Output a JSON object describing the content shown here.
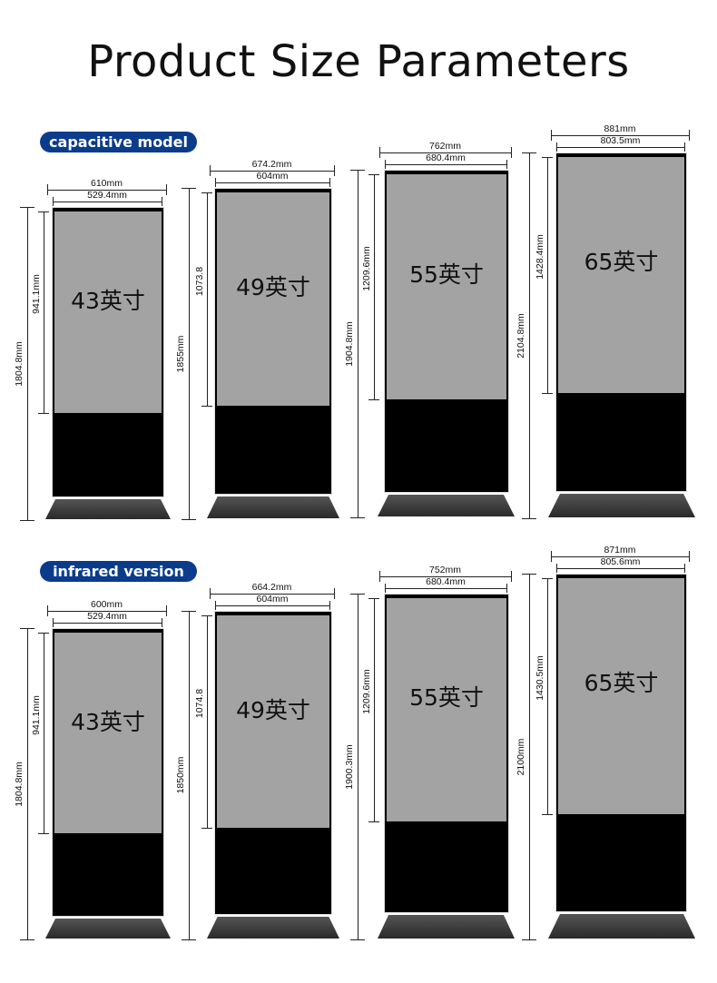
{
  "title": "Product Size Parameters",
  "groups": [
    {
      "label": "capacitive model",
      "kiosks": [
        {
          "size": "43英寸",
          "outer_width": "610mm",
          "screen_width": "529.4mm",
          "height": "1804.8mm",
          "screen_height": "941.1mm"
        },
        {
          "size": "49英寸",
          "outer_width": "674.2mm",
          "screen_width": "604mm",
          "height": "1855mm",
          "screen_height": "1073.8"
        },
        {
          "size": "55英寸",
          "outer_width": "762mm",
          "screen_width": "680.4mm",
          "height": "1904.8mm",
          "screen_height": "1209.6mm"
        },
        {
          "size": "65英寸",
          "outer_width": "881mm",
          "screen_width": "803.5mm",
          "height": "2104.8mm",
          "screen_height": "1428.4mm"
        }
      ]
    },
    {
      "label": "infrared version",
      "kiosks": [
        {
          "size": "43英寸",
          "outer_width": "600mm",
          "screen_width": "529.4mm",
          "height": "1804.8mm",
          "screen_height": "941.1mm"
        },
        {
          "size": "49英寸",
          "outer_width": "664.2mm",
          "screen_width": "604mm",
          "height": "1850mm",
          "screen_height": "1074.8"
        },
        {
          "size": "55英寸",
          "outer_width": "752mm",
          "screen_width": "680.4mm",
          "height": "1900.3mm",
          "screen_height": "1209.6mm"
        },
        {
          "size": "65英寸",
          "outer_width": "871mm",
          "screen_width": "805.6mm",
          "height": "2100mm",
          "screen_height": "1430.5mm"
        }
      ]
    }
  ]
}
